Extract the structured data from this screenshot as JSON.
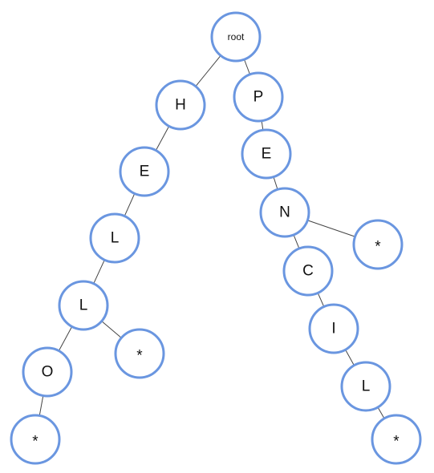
{
  "diagram": {
    "type": "trie",
    "colors": {
      "node_stroke": "#6a96e0",
      "edge": "#444444",
      "text": "#111111"
    },
    "nodes": [
      {
        "id": "root",
        "label": "root"
      },
      {
        "id": "h",
        "label": "H"
      },
      {
        "id": "e1",
        "label": "E"
      },
      {
        "id": "l1",
        "label": "L"
      },
      {
        "id": "l2",
        "label": "L"
      },
      {
        "id": "o",
        "label": "O"
      },
      {
        "id": "end1",
        "label": "*"
      },
      {
        "id": "end2",
        "label": "*"
      },
      {
        "id": "p",
        "label": "P"
      },
      {
        "id": "e2",
        "label": "E"
      },
      {
        "id": "n",
        "label": "N"
      },
      {
        "id": "end3",
        "label": "*"
      },
      {
        "id": "c",
        "label": "C"
      },
      {
        "id": "i",
        "label": "I"
      },
      {
        "id": "l3",
        "label": "L"
      },
      {
        "id": "end4",
        "label": "*"
      }
    ],
    "edges": [
      [
        "root",
        "h"
      ],
      [
        "root",
        "p"
      ],
      [
        "h",
        "e1"
      ],
      [
        "e1",
        "l1"
      ],
      [
        "l1",
        "l2"
      ],
      [
        "l2",
        "o"
      ],
      [
        "l2",
        "end2"
      ],
      [
        "o",
        "end1"
      ],
      [
        "p",
        "e2"
      ],
      [
        "e2",
        "n"
      ],
      [
        "n",
        "c"
      ],
      [
        "n",
        "end3"
      ],
      [
        "c",
        "i"
      ],
      [
        "i",
        "l3"
      ],
      [
        "l3",
        "end4"
      ]
    ]
  }
}
